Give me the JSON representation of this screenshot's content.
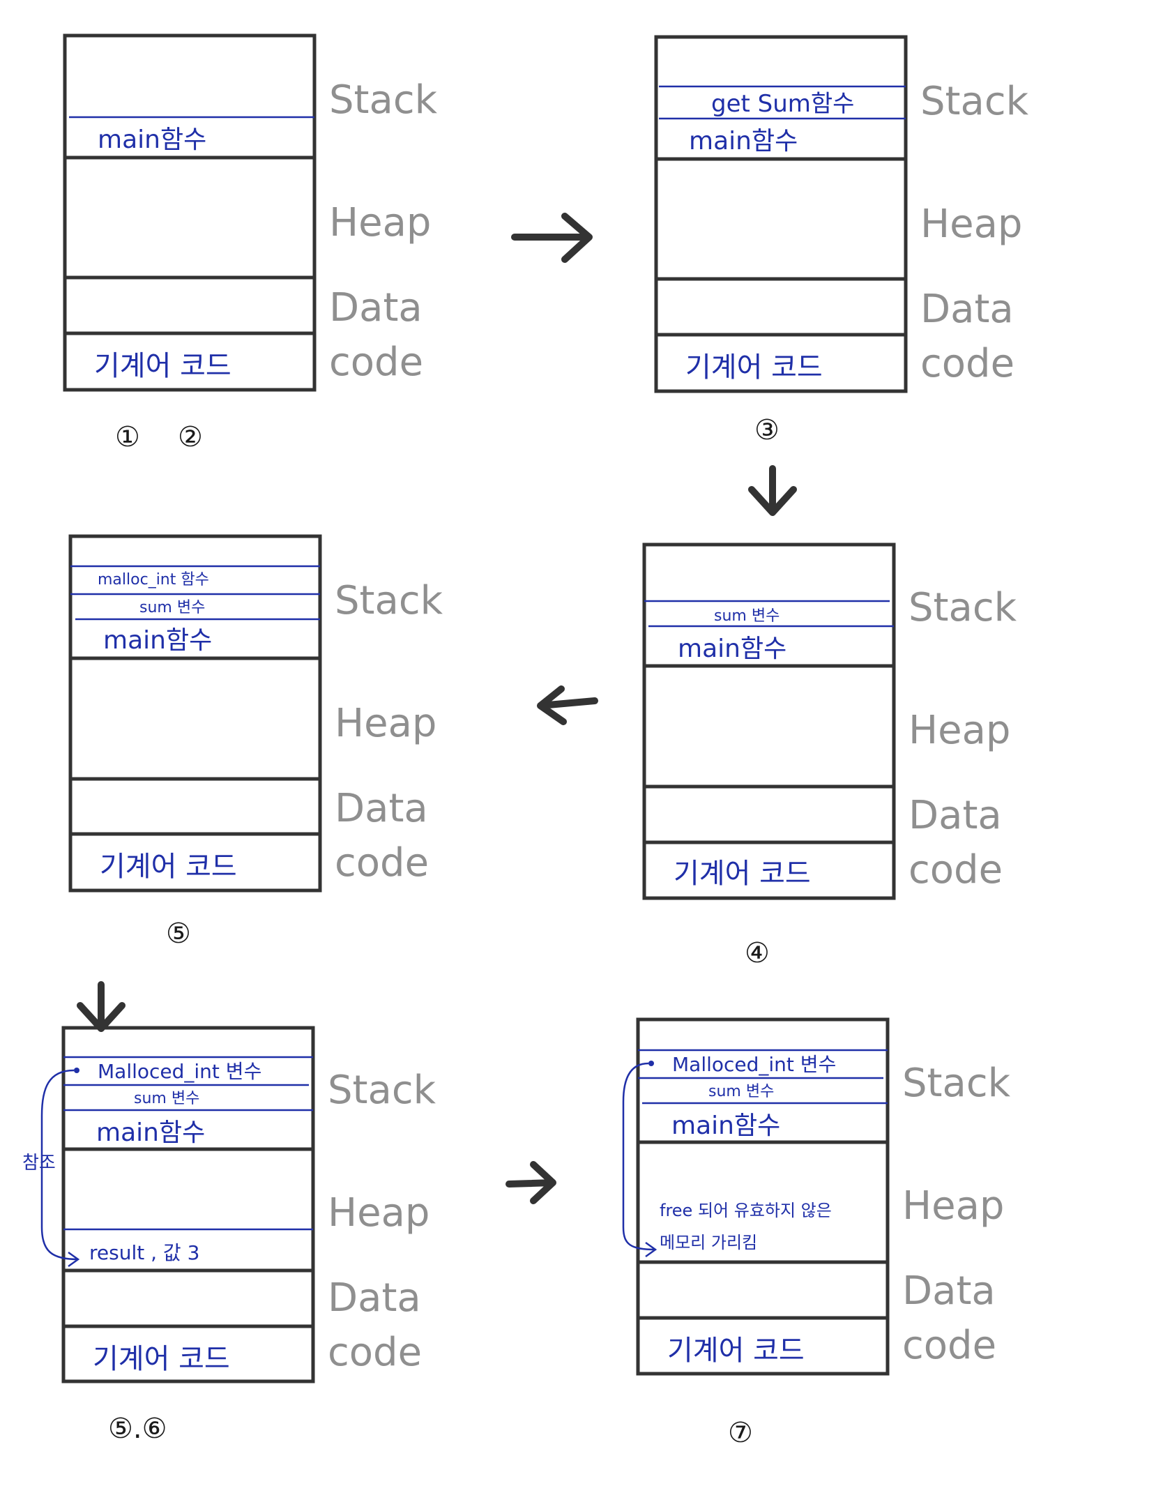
{
  "segment_labels": {
    "stack": "Stack",
    "heap": "Heap",
    "data": "Data",
    "code": "code"
  },
  "code_label": "기계어 코드",
  "diagrams": [
    {
      "caption_a": "①",
      "caption_b": "②",
      "stack_items": [
        "main함수"
      ]
    },
    {
      "caption": "③",
      "stack_items": [
        "get Sum함수",
        "main함수"
      ]
    },
    {
      "caption": "④",
      "stack_items": [
        "sum 변수",
        "main함수"
      ]
    },
    {
      "caption": "⑤",
      "stack_items": [
        "malloc_int 함수",
        "sum 변수",
        "main함수"
      ]
    },
    {
      "caption": "⑤.⑥",
      "stack_items": [
        "Malloced_int 변수",
        "sum 변수",
        "main함수"
      ],
      "heap_item": "result , 값 3",
      "ref_label": "참조"
    },
    {
      "caption": "⑦",
      "stack_items": [
        "Malloced_int 변수",
        "sum 변수",
        "main함수"
      ],
      "heap_note_1": "free 되어 유효하지 않은",
      "heap_note_2": "메모리 가리킴"
    }
  ]
}
